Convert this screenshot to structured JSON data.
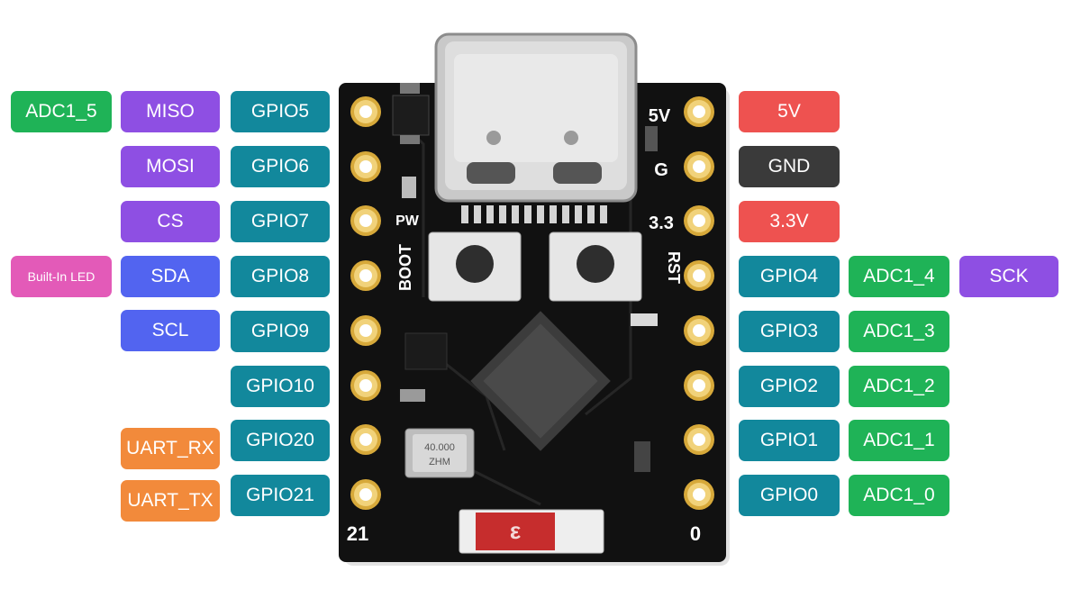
{
  "colors": {
    "green": "#1fb357",
    "purple": "#8e4fe3",
    "teal": "#12889c",
    "pink": "#e35ab8",
    "blue": "#5264f0",
    "orange": "#f28a3b",
    "red": "#ee5250",
    "dark": "#3a3a3a"
  },
  "left_labels": [
    {
      "text": "ADC1_5",
      "color": "green"
    },
    {
      "text": "MISO",
      "color": "purple"
    },
    {
      "text": "GPIO5",
      "color": "teal"
    },
    {
      "text": "MOSI",
      "color": "purple"
    },
    {
      "text": "GPIO6",
      "color": "teal"
    },
    {
      "text": "CS",
      "color": "purple"
    },
    {
      "text": "GPIO7",
      "color": "teal"
    },
    {
      "text": "Built-In LED",
      "color": "pink"
    },
    {
      "text": "SDA",
      "color": "blue"
    },
    {
      "text": "GPIO8",
      "color": "teal"
    },
    {
      "text": "SCL",
      "color": "blue"
    },
    {
      "text": "GPIO9",
      "color": "teal"
    },
    {
      "text": "GPIO10",
      "color": "teal"
    },
    {
      "text": "UART_RX",
      "color": "orange"
    },
    {
      "text": "GPIO20",
      "color": "teal"
    },
    {
      "text": "UART_TX",
      "color": "orange"
    },
    {
      "text": "GPIO21",
      "color": "teal"
    }
  ],
  "right_labels": [
    {
      "text": "5V",
      "color": "red"
    },
    {
      "text": "GND",
      "color": "dark"
    },
    {
      "text": "3.3V",
      "color": "red"
    },
    {
      "text": "GPIO4",
      "color": "teal"
    },
    {
      "text": "ADC1_4",
      "color": "green"
    },
    {
      "text": "SCK",
      "color": "purple"
    },
    {
      "text": "GPIO3",
      "color": "teal"
    },
    {
      "text": "ADC1_3",
      "color": "green"
    },
    {
      "text": "GPIO2",
      "color": "teal"
    },
    {
      "text": "ADC1_2",
      "color": "green"
    },
    {
      "text": "GPIO1",
      "color": "teal"
    },
    {
      "text": "ADC1_1",
      "color": "green"
    },
    {
      "text": "GPIO0",
      "color": "teal"
    },
    {
      "text": "ADC1_0",
      "color": "green"
    }
  ],
  "board_silkscreen": {
    "pin_5v": "5V",
    "pin_g": "G",
    "pin_33": "3.3",
    "rst": "RST",
    "boot": "BOOT",
    "pw": "PW",
    "pin_21": "21",
    "pin_0": "0",
    "crystal": "40.000",
    "crystal_unit": "ZHM"
  }
}
